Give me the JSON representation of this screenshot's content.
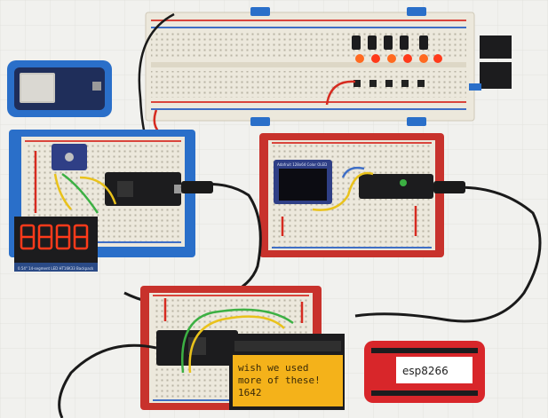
{
  "scene": {
    "description_labels": {
      "mini_display_label": "Adafruit 128x64 Color OLED",
      "alnum_board_label": "0.54\" 14-segment LED HT16K33 Backpack",
      "lcd_line1": "wish we used",
      "lcd_line2": "more of these!",
      "lcd_line3": "1642",
      "esp_label": "esp8266"
    },
    "colors": {
      "background": "#f1f1ee",
      "breadboard": "#ece8dc",
      "breadboard_hole": "#b9b3a4",
      "rail_red": "#d9453c",
      "rail_blue": "#3f6fc6",
      "holder_blue": "#2a6fc9",
      "holder_red": "#c8322c",
      "feather_black": "#1c1c1e",
      "lcd_yellow": "#f4b21a",
      "led_orange": "#ff6a20",
      "alnum_red": "#ff3a1a",
      "wire_yellow": "#e9c21b",
      "wire_green": "#3cb043",
      "wire_red": "#d62b20",
      "cable_black": "#1a1a1a",
      "esp_red": "#d8262a"
    }
  }
}
